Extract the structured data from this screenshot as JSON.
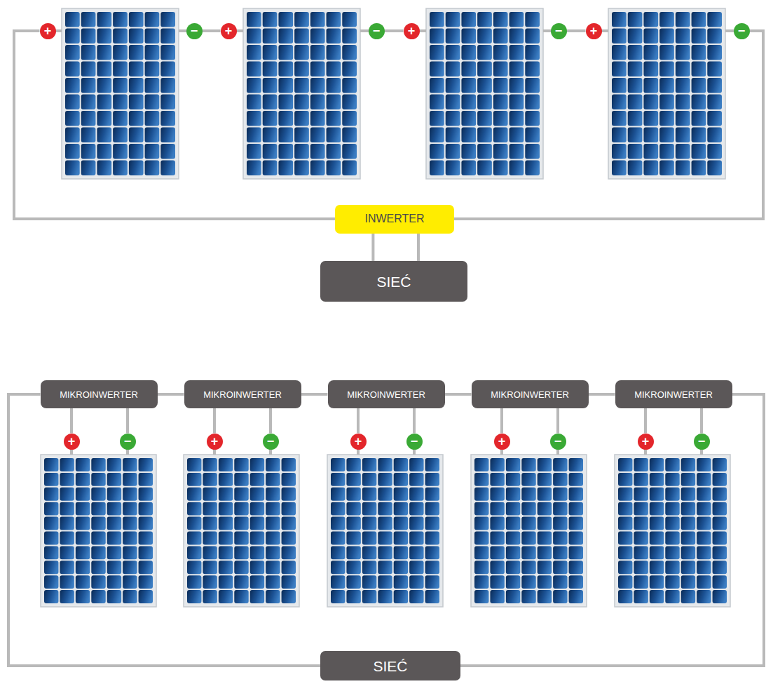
{
  "diagram": {
    "nodes": [
      {
        "text": [
          "+"
        ]
      },
      {
        "text": [
          "−"
        ]
      },
      {
        "text": [
          "+"
        ]
      },
      {
        "text": [
          "−"
        ]
      },
      {
        "text": [
          "+"
        ]
      },
      {
        "text": [
          "−"
        ]
      },
      {
        "text": [
          "+"
        ]
      },
      {
        "text": [
          "−"
        ]
      },
      {
        "text": [
          "INWERTER"
        ]
      },
      {
        "text": [
          "SIEĆ"
        ]
      },
      {
        "text": [
          "MIKROINWERTER"
        ]
      },
      {
        "text": [
          "MIKROINWERTER"
        ]
      },
      {
        "text": [
          "MIKROINWERTER"
        ]
      },
      {
        "text": [
          "MIKROINWERTER"
        ]
      },
      {
        "text": [
          "MIKROINWERTER"
        ]
      },
      {
        "text": [
          "+"
        ]
      },
      {
        "text": [
          "−"
        ]
      },
      {
        "text": [
          "+"
        ]
      },
      {
        "text": [
          "−"
        ]
      },
      {
        "text": [
          "+"
        ]
      },
      {
        "text": [
          "−"
        ]
      },
      {
        "text": [
          "+"
        ]
      },
      {
        "text": [
          "−"
        ]
      },
      {
        "text": [
          "+"
        ]
      },
      {
        "text": [
          "−"
        ]
      },
      {
        "text": [
          "SIEĆ"
        ]
      }
    ],
    "edges": [
      {
        "from": 1,
        "to": 2,
        "arrow": "none"
      },
      {
        "from": 3,
        "to": 4,
        "arrow": "none"
      },
      {
        "from": 5,
        "to": 6,
        "arrow": "none"
      },
      {
        "from": 0,
        "to": 8,
        "arrow": "none"
      },
      {
        "from": 7,
        "to": 8,
        "arrow": "none"
      },
      {
        "from": 8,
        "to": 9,
        "arrow": "none"
      },
      {
        "from": 8,
        "to": 9,
        "arrow": "none"
      },
      {
        "from": 10,
        "to": 11,
        "arrow": "none"
      },
      {
        "from": 11,
        "to": 12,
        "arrow": "none"
      },
      {
        "from": 12,
        "to": 13,
        "arrow": "none"
      },
      {
        "from": 13,
        "to": 14,
        "arrow": "none"
      },
      {
        "from": 10,
        "to": 15,
        "arrow": "none"
      },
      {
        "from": 10,
        "to": 16,
        "arrow": "none"
      },
      {
        "from": 11,
        "to": 17,
        "arrow": "none"
      },
      {
        "from": 11,
        "to": 18,
        "arrow": "none"
      },
      {
        "from": 12,
        "to": 19,
        "arrow": "none"
      },
      {
        "from": 12,
        "to": 20,
        "arrow": "none"
      },
      {
        "from": 13,
        "to": 21,
        "arrow": "none"
      },
      {
        "from": 13,
        "to": 22,
        "arrow": "none"
      },
      {
        "from": 14,
        "to": 23,
        "arrow": "none"
      },
      {
        "from": 14,
        "to": 24,
        "arrow": "none"
      },
      {
        "from": 10,
        "to": 25,
        "arrow": "none"
      },
      {
        "from": 14,
        "to": 25,
        "arrow": "none"
      }
    ]
  }
}
